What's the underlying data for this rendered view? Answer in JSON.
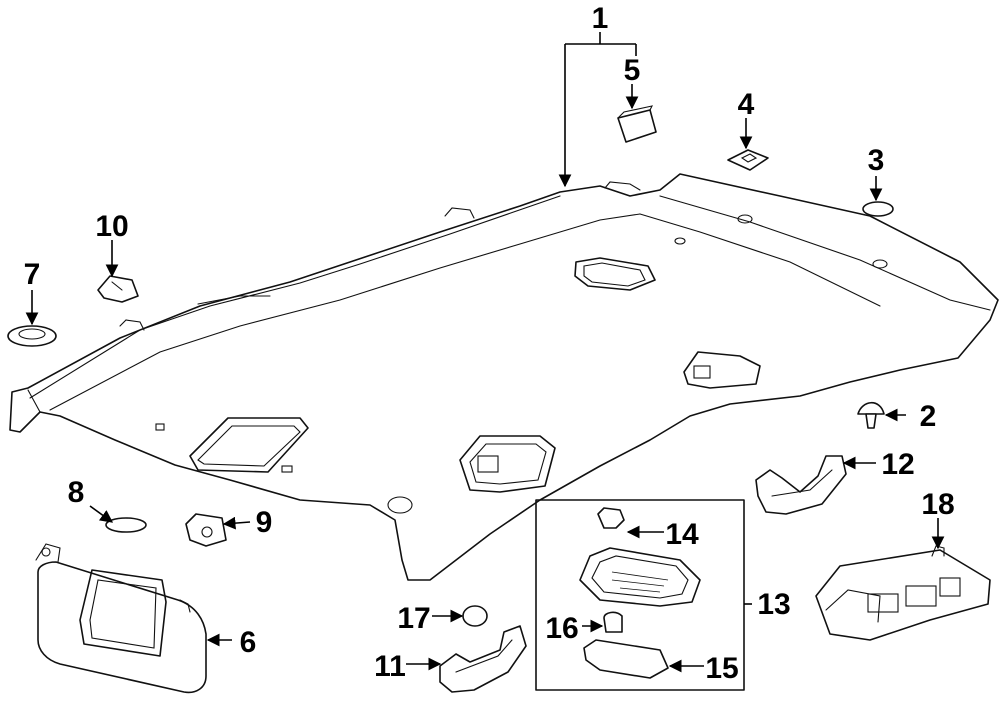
{
  "callouts": {
    "c1": "1",
    "c2": "2",
    "c3": "3",
    "c4": "4",
    "c5": "5",
    "c6": "6",
    "c7": "7",
    "c8": "8",
    "c9": "9",
    "c10": "10",
    "c11": "11",
    "c12": "12",
    "c13": "13",
    "c14": "14",
    "c15": "15",
    "c16": "16",
    "c17": "17",
    "c18": "18"
  },
  "colors": {
    "line": "#111111",
    "background": "#ffffff"
  }
}
